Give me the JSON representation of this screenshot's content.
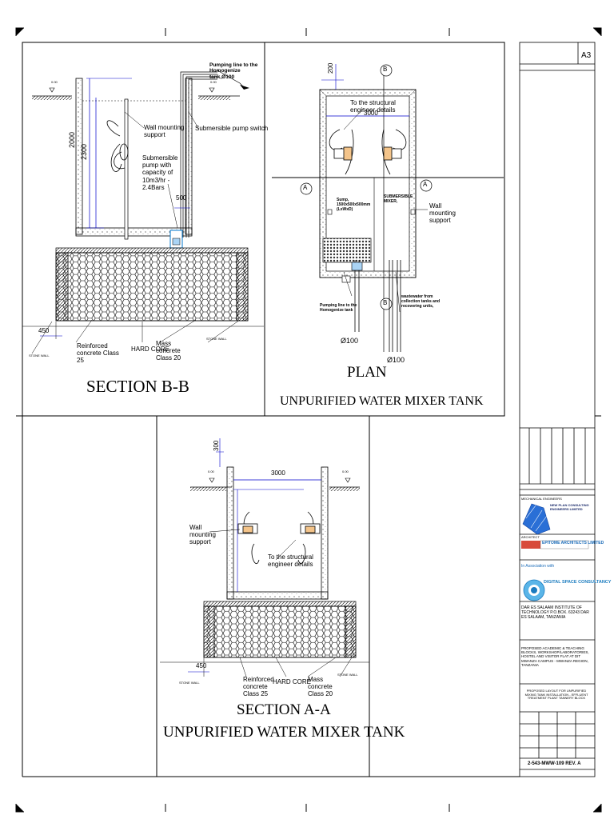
{
  "section_bb": {
    "title": "SECTION B-B",
    "pump_line": "Pumping line to the Homogenize tank,Ø100",
    "wall_support": "Wall mounting support",
    "pump_switch": "Submersible pump switch",
    "pump_capacity": "Submersible pump with capacity of 10m3/hr - 2.4Bars",
    "dim_2300": "2300",
    "dim_2000": "2000",
    "dim_500": "500",
    "dim_450": "450",
    "level_left": "0.00",
    "level_right": "0.00",
    "reinforced": "Reinforced concrete Class 25",
    "hardcore": "HARD CORE",
    "mass": "Mass concrete Class 20",
    "stone_left": "STONE WALL",
    "stone_right": "STONE WALL"
  },
  "plan": {
    "title": "PLAN",
    "subtitle": "UNPURIFIED WATER MIXER TANK",
    "structural": "To the structural engineer details",
    "dim_3000": "3000",
    "dim_200": "200",
    "sump": "Sump, 1500x500x500mm (LxWxD)",
    "mixer": "SUBMERSIBLE MIXER,",
    "wall_support": "Wall mounting support",
    "pump_line": "Pumping line to the Homogenize tank",
    "wastewater": "wastewater from collection tanks and recovering units,",
    "dia_left": "Ø100",
    "dia_right": "Ø100",
    "marker_a": "A",
    "marker_b": "B"
  },
  "section_aa": {
    "title": "SECTION A-A",
    "subtitle": "UNPURIFIED WATER MIXER TANK",
    "dim_3000": "3000",
    "dim_300": "300",
    "wall_support": "Wall mounting support",
    "structural": "To the structural engineer details",
    "dim_450": "450",
    "level_left": "0.00",
    "level_right": "0.00",
    "reinforced": "Reinforced concrete Class 25",
    "hardcore": "HARD CORE",
    "mass": "Mass concrete Class 20",
    "stone_left": "STONE WALL",
    "stone_right": "STONE WALL"
  },
  "title_block": {
    "sheet_size": "A3",
    "engineers": "MECHANICAL ENGINEERS",
    "mech_firm": "NEW PLAN CONSULTING ENGINEERS LIMITED",
    "architect_label": "ARCHITECT",
    "architect_firm": "EPITOME ARCHITECTS LIMITED",
    "association": "In Association with",
    "association_firm": "DIGITAL SPACE CONSULTANCY",
    "client": "DAR ES SALAAM INSTITUTE OF TECHNOLOGY P.O.BOX. 63243 DAR ES SALAAM, TANZANIA",
    "project": "PROPOSED ACADEMIC & TEACHING BLOCKS, WORKSHOP/LABORATORIES, HOSTEL AND VISITOR FLAT AT DIT MWANZA CAMPUS - MWANZA REGION, TANZANIA",
    "drawing_title": "PROPOSED LAYOUT FOR UNPURIFIED MIXING TANK INSTALLATION - EFFLUENT TREATMENT PLANT TANNERY BLOCK",
    "drawing_no": "2-543-MWW-109 REV. A"
  }
}
